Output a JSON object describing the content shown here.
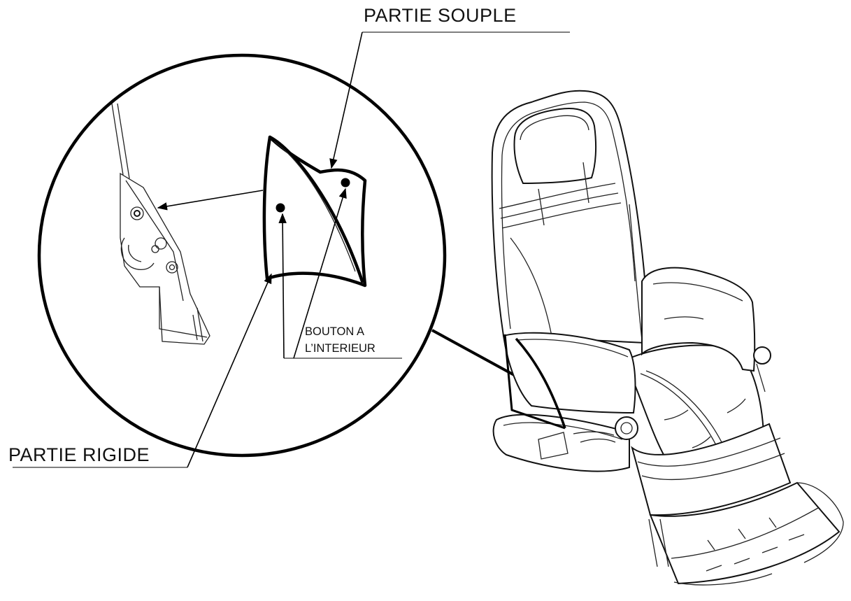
{
  "labels": {
    "partie_souple": "PARTIE SOUPLE",
    "partie_rigide": "PARTIE RIGIDE",
    "bouton_line1": "BOUTON A",
    "bouton_line2": "L’INTERIEUR"
  },
  "colors": {
    "ink": "#111111",
    "background": "#ffffff"
  }
}
